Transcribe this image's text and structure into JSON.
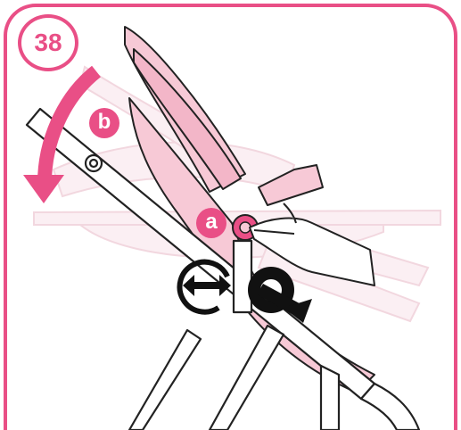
{
  "step": {
    "number": "38"
  },
  "callouts": [
    {
      "id": "a",
      "label": "a"
    },
    {
      "id": "b",
      "label": "b"
    }
  ],
  "icons": {
    "step_badge": "step-number-badge",
    "unlock_symbol": "rotate-unlock-icon",
    "lock_symbol": "rotate-lock-icon",
    "fold_direction": "curved-arrow-down-icon"
  },
  "colors": {
    "accent": "#e94f86",
    "pink_fill": "#f7c9d6",
    "ghost_fill": "#f9e3ea",
    "line": "#222222",
    "skin": "#ffffff"
  }
}
